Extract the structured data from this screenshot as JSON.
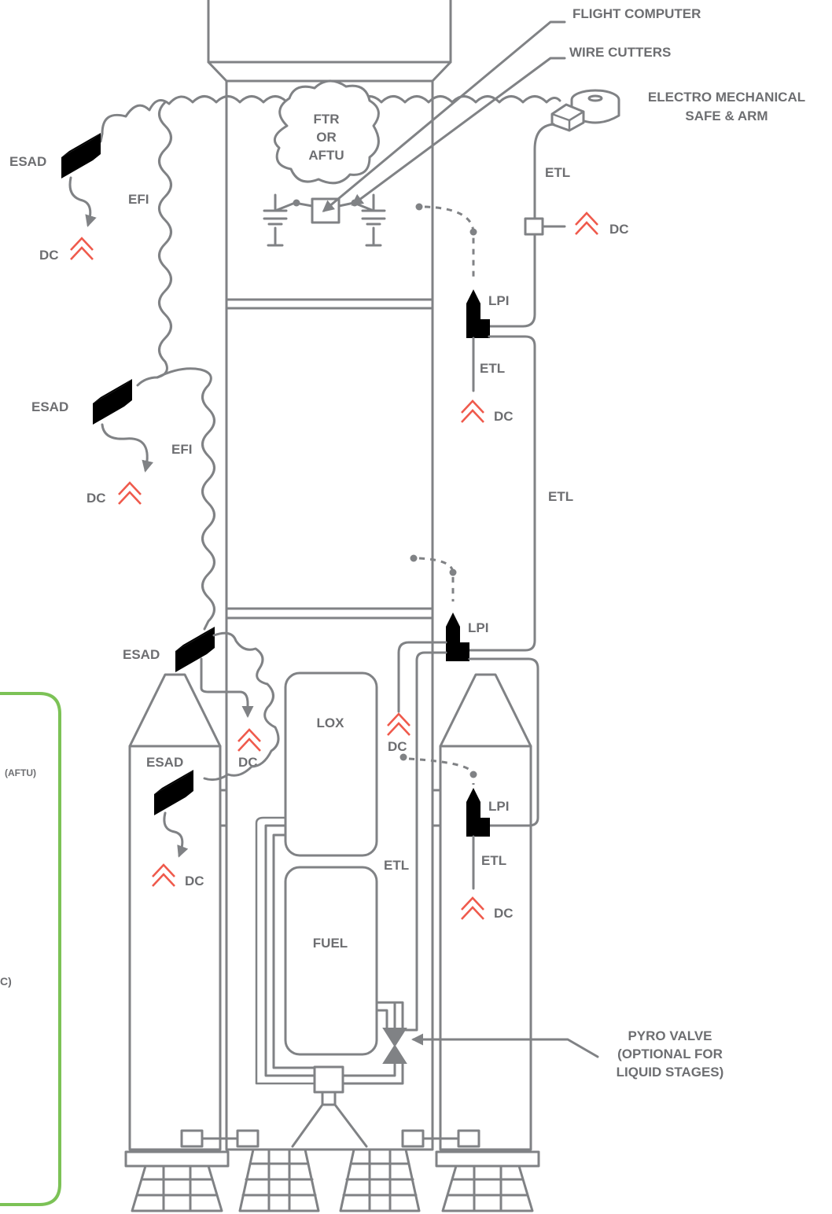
{
  "labels": {
    "flight_computer": "FLIGHT COMPUTER",
    "wire_cutters": "WIRE CUTTERS",
    "electro_mechanical_1": "ELECTRO MECHANICAL",
    "electro_mechanical_2": "SAFE & ARM",
    "ftr_1": "FTR",
    "ftr_2": "OR",
    "ftr_3": "AFTU",
    "esad": "ESAD",
    "efi": "EFI",
    "dc": "DC",
    "etl": "ETL",
    "lpi": "LPI",
    "lox": "LOX",
    "fuel": "FUEL",
    "pyro_1": "PYRO VALVE",
    "pyro_2": "(OPTIONAL FOR",
    "pyro_3": "LIQUID STAGES)",
    "legend_aftu": "(AFTU)",
    "legend_c": "C)"
  },
  "colors": {
    "line": "#808285",
    "text": "#6d6e71",
    "esad": "#2a8dd4",
    "lpi": "#7cc256",
    "dc": "#ef5a4c",
    "legend_border": "#7cc256"
  }
}
